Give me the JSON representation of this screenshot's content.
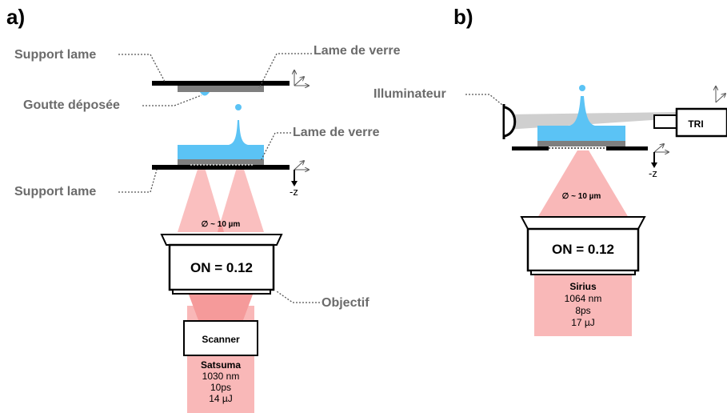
{
  "panel_a": {
    "letter": "a)",
    "labels": {
      "support_lame_top": "Support lame",
      "lame_de_verre_top": "Lame de verre",
      "goutte_deposee": "Goutte déposée",
      "lame_de_verre_mid": "Lame de verre",
      "support_lame_bottom": "Support lame",
      "objectif": "Objectif"
    },
    "spot_diameter": "∅ ~ 10 µm",
    "objective_na": "ON = 0.12",
    "scanner": "Scanner",
    "axis_minus_z": "-z",
    "laser": {
      "name": "Satsuma",
      "wavelength": "1030 nm",
      "pulse": "10ps",
      "energy": "14 µJ"
    }
  },
  "panel_b": {
    "letter": "b)",
    "labels": {
      "illuminateur": "Illuminateur"
    },
    "camera": "TRI",
    "spot_diameter": "∅ ~ 10 µm",
    "objective_na": "ON = 0.12",
    "axis_minus_z": "-z",
    "laser": {
      "name": "Sirius",
      "wavelength": "1064 nm",
      "pulse": "8ps",
      "energy": "17 µJ"
    }
  },
  "colors": {
    "beam": "#f9b8b8",
    "beam_overlap": "#f59a9a",
    "liquid": "#5bc3f5",
    "slide": "#7f7f7f",
    "support": "#000000",
    "label_grey": "#6b6b6b",
    "illum_beam": "#cfcfcf"
  }
}
